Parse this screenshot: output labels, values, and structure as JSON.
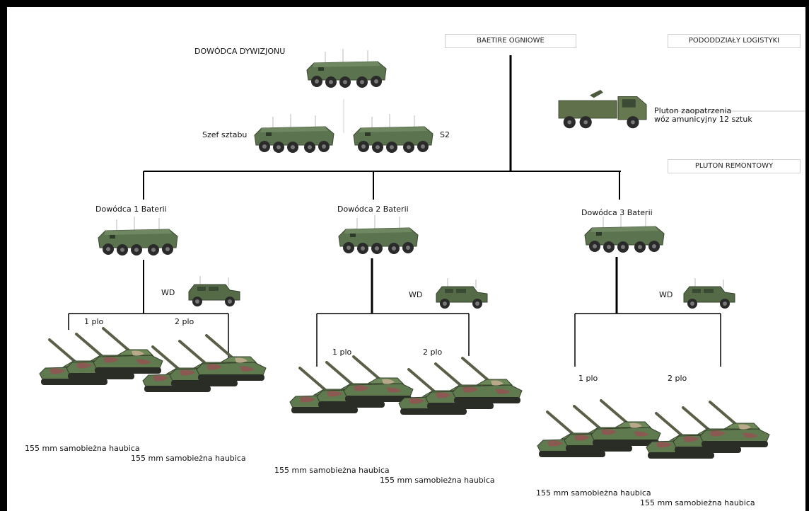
{
  "headers": {
    "firing_batteries": "BAETIRE OGNIOWE",
    "logistics": "PODODDZIAŁY LOGISTYKI",
    "repair_platoon": "PLUTON REMONTOWY"
  },
  "command": {
    "commander": "DOWÓDCA DYWIZJONU",
    "chief_of_staff": "Szef sztabu",
    "s2": "S2"
  },
  "logistics": {
    "supply_line1": "Pluton zaopatrzenia",
    "supply_line2": "wóz amunicyjny 12 sztuk"
  },
  "batteries": [
    {
      "commander": "Dowódca 1 Baterii",
      "wd": "WD",
      "plo1": "1 plo",
      "plo2": "2 plo",
      "cap1": "155 mm samobieżna haubica",
      "cap2": "155 mm samobieżna haubica"
    },
    {
      "commander": "Dowódca 2 Baterii",
      "wd": "WD",
      "plo1": "1 plo",
      "plo2": "2 plo",
      "cap1": "155 mm samobieżna haubica",
      "cap2": "155 mm samobieżna haubica"
    },
    {
      "commander": "Dowódca 3 Baterii",
      "wd": "WD",
      "plo1": "1 plo",
      "plo2": "2 plo",
      "cap1": "155 mm samobieżna haubica",
      "cap2": "155 mm samobieżna haubica"
    }
  ],
  "colors": {
    "apc_green": "#5c7350",
    "jeep_green": "#556b48",
    "truck_green": "#60704a",
    "camo_green": "#5f7a4e",
    "camo_red": "#8a5a52",
    "camo_tan": "#b8a98a"
  }
}
